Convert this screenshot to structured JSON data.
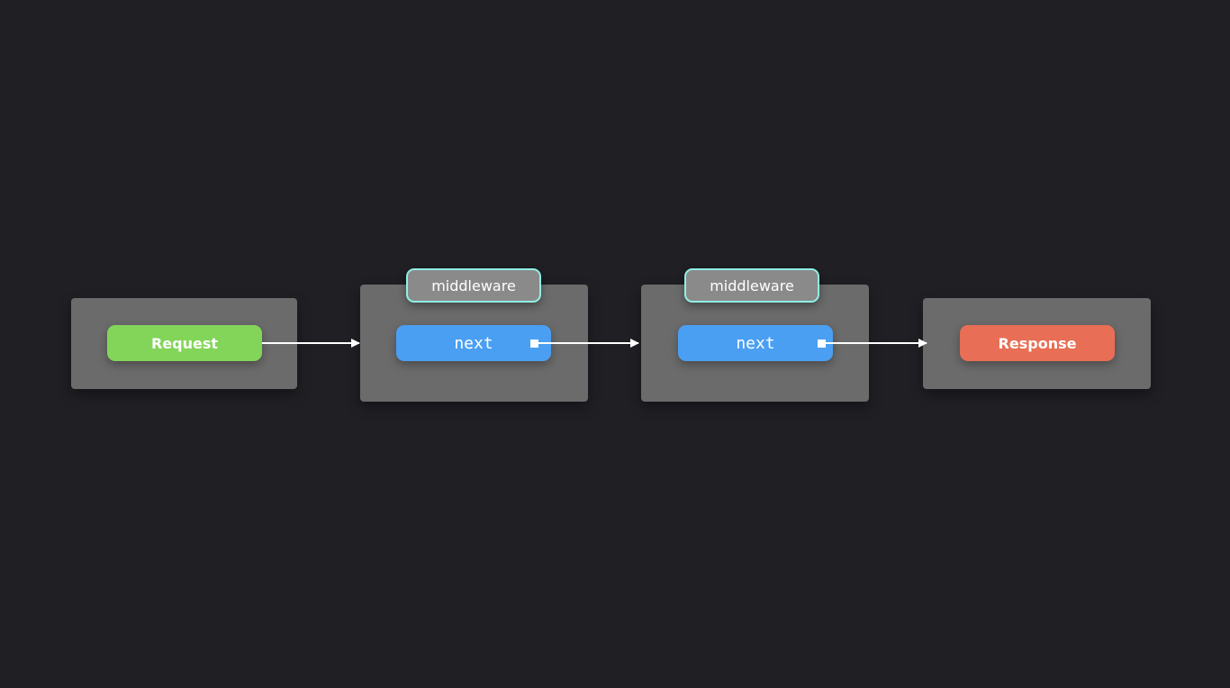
{
  "diagram": {
    "nodes": [
      {
        "id": "request",
        "label": "Request",
        "color": "#83d55a"
      },
      {
        "id": "middleware-1",
        "tag": "middleware",
        "label": "next",
        "color": "#4a9ff2"
      },
      {
        "id": "middleware-2",
        "tag": "middleware",
        "label": "next",
        "color": "#4a9ff2"
      },
      {
        "id": "response",
        "label": "Response",
        "color": "#e86e55"
      }
    ],
    "edges": [
      {
        "from": "request",
        "to": "middleware-1"
      },
      {
        "from": "middleware-1",
        "to": "middleware-2"
      },
      {
        "from": "middleware-2",
        "to": "response"
      }
    ],
    "colors": {
      "background": "#1f1f24",
      "container": "#6b6b6b",
      "tag_fill": "#8a8a8a",
      "tag_border": "#8ff0e4",
      "arrow": "#ffffff"
    }
  }
}
